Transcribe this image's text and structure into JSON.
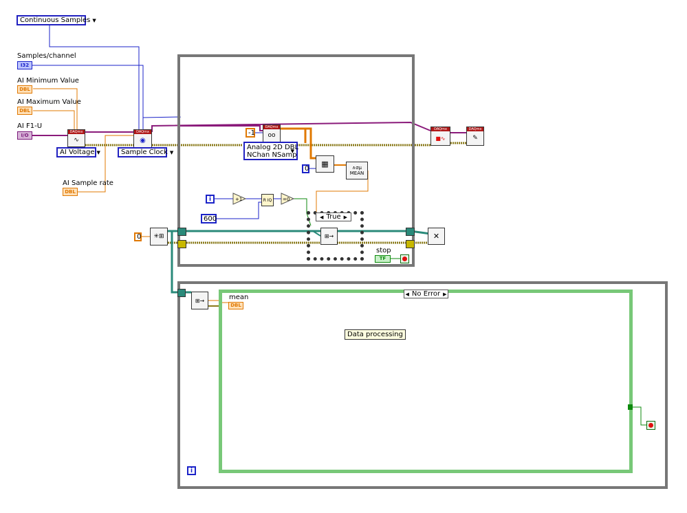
{
  "sample_mode": {
    "label": "Continuous Samples"
  },
  "controls": {
    "samples_per_channel": {
      "label": "Samples/channel",
      "type": "I32"
    },
    "ai_min": {
      "label": "AI Minimum Value",
      "type": "DBL"
    },
    "ai_max": {
      "label": "AI Maximum Value",
      "type": "DBL"
    },
    "ai_channel": {
      "label": "AI F1-U",
      "type": "I/O"
    },
    "sample_rate": {
      "label": "AI Sample rate",
      "type": "DBL"
    }
  },
  "vis": {
    "create_channel": {
      "header": "DAQmx",
      "selector": "AI Voltage"
    },
    "timing": {
      "header": "DAQmx",
      "selector": "Sample Clock"
    },
    "read": {
      "header": "DAQmx",
      "selector_line1": "Analog 2D DBL",
      "selector_line2": "NChan NSamp"
    },
    "stop_task": {
      "header": "DAQmx"
    },
    "clear_task": {
      "header": "DAQmx"
    },
    "mean": {
      "label": "MEAN"
    }
  },
  "constants": {
    "read_count": "-1",
    "index_zero": "0",
    "queue_init": "0",
    "modulo_divisor": "600"
  },
  "operators": {
    "increment": "+1",
    "equal_zero": "=0",
    "quotient": "R IQ"
  },
  "case_structure": {
    "selector": "True"
  },
  "consumer": {
    "case_selector": "No Error",
    "mean_indicator": {
      "label": "mean",
      "type": "DBL"
    },
    "comment": "Data processing"
  },
  "stop_control": {
    "label": "stop",
    "type": "TF"
  },
  "iteration_terminal": "i",
  "colors": {
    "dbl_wire": "#e07800",
    "i32_wire": "#1a22c8",
    "task_wire": "#8a1a7a",
    "error_wire": "#8a7a1a",
    "queue_wire": "#2a8a7a",
    "boolean_wire": "#0c8a0c",
    "frame": "#777777"
  }
}
